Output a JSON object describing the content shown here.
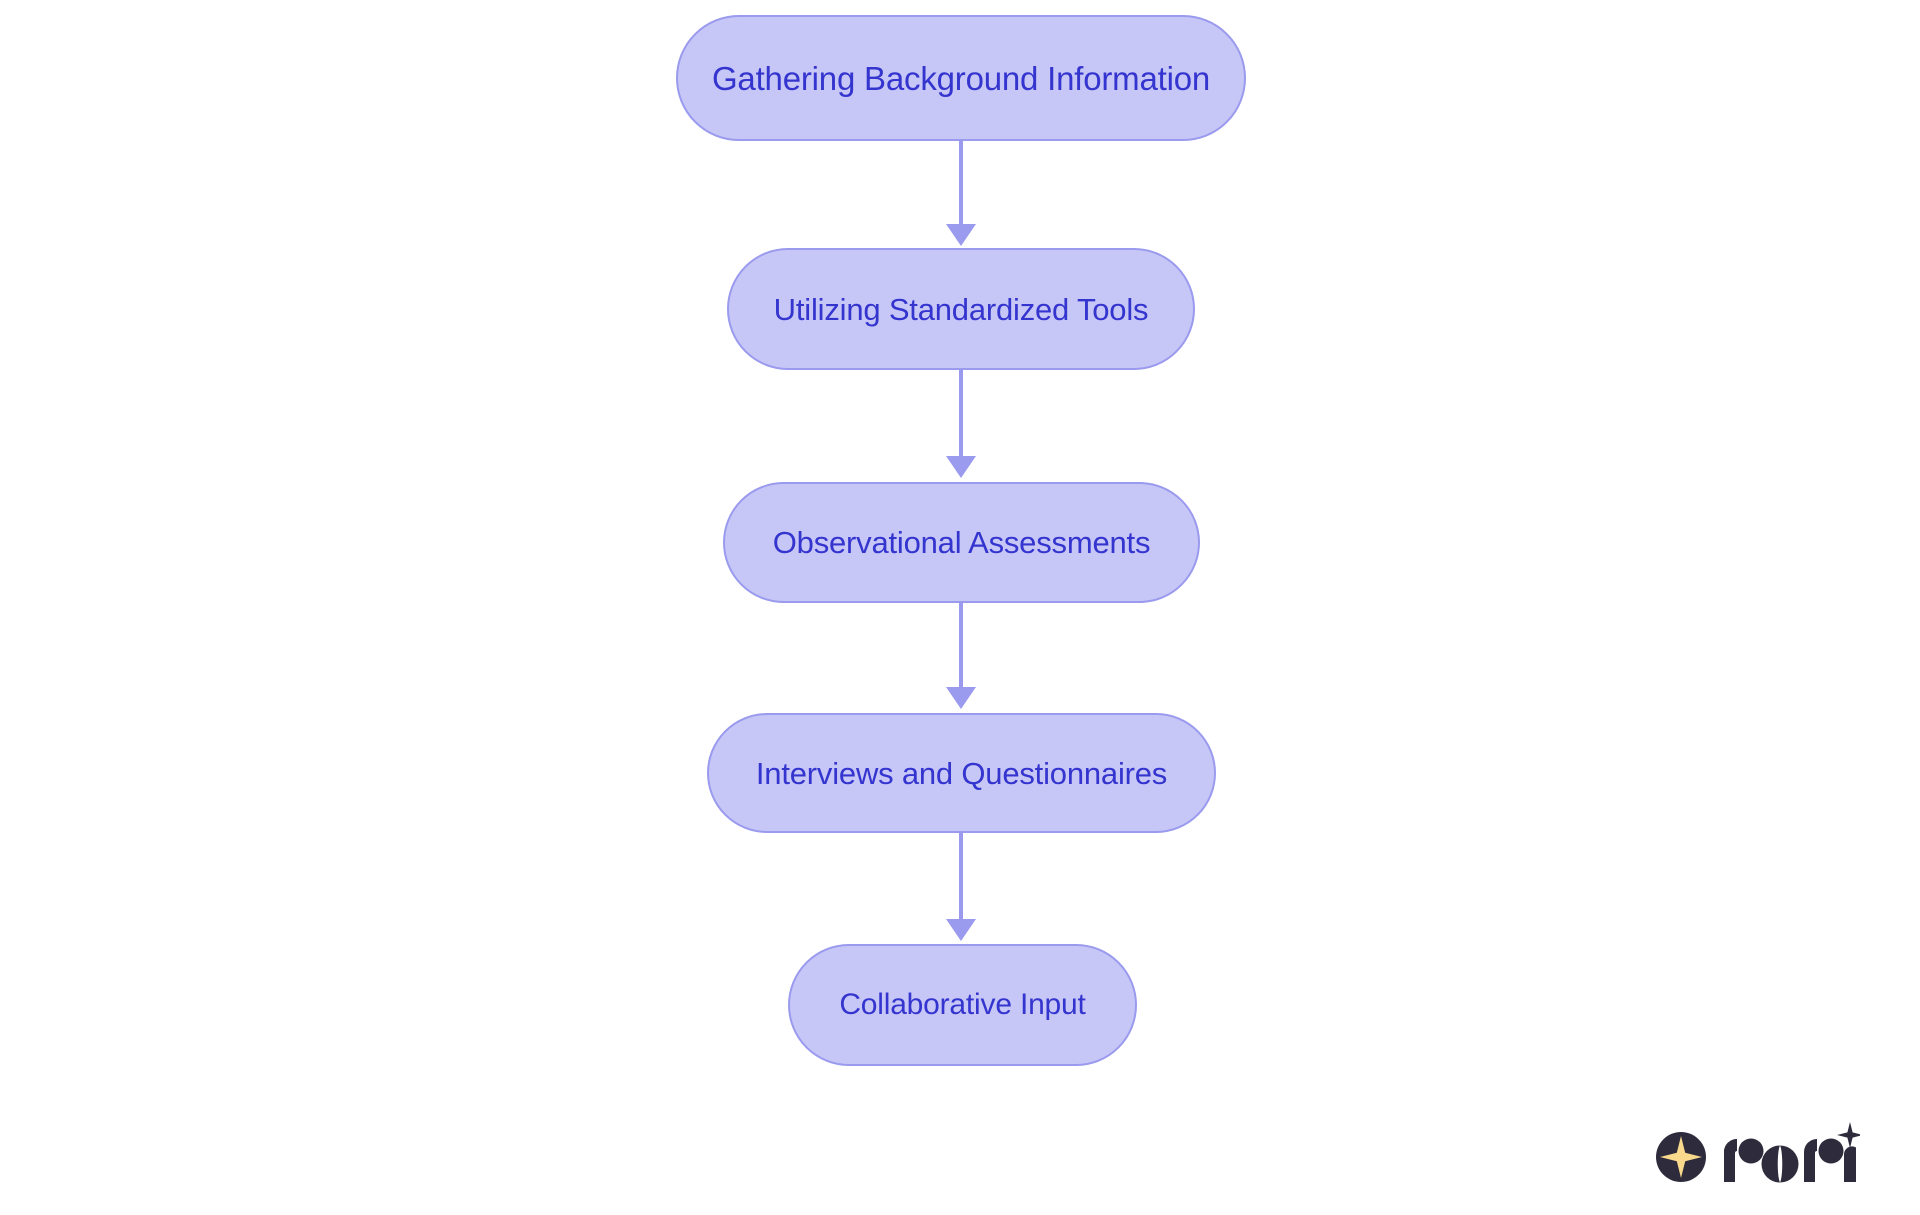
{
  "diagram": {
    "type": "flowchart",
    "orientation": "top-to-bottom",
    "title": "",
    "colors": {
      "node_fill": "#c7c7f7",
      "node_border": "#9a9aee",
      "node_text": "#3434cf",
      "edge": "#9a9aee",
      "background": "#ffffff",
      "logo_dark": "#2e2c3c",
      "logo_star": "#f9d98c"
    },
    "nodes": [
      {
        "id": "node-1",
        "label": "Gathering Background Information"
      },
      {
        "id": "node-2",
        "label": "Utilizing Standardized Tools"
      },
      {
        "id": "node-3",
        "label": "Observational Assessments"
      },
      {
        "id": "node-4",
        "label": "Interviews and Questionnaires"
      },
      {
        "id": "node-5",
        "label": "Collaborative Input"
      }
    ],
    "edges": [
      {
        "id": "edge-1",
        "from": "node-1",
        "to": "node-2",
        "label": "",
        "arrow": "down"
      },
      {
        "id": "edge-2",
        "from": "node-2",
        "to": "node-3",
        "label": "",
        "arrow": "down"
      },
      {
        "id": "edge-3",
        "from": "node-3",
        "to": "node-4",
        "label": "",
        "arrow": "down"
      },
      {
        "id": "edge-4",
        "from": "node-4",
        "to": "node-5",
        "label": "",
        "arrow": "down"
      }
    ]
  },
  "branding": {
    "wordmark": "rori",
    "badge_icon": "four-pointed-star-icon",
    "accent_icon": "sparkle-icon"
  }
}
